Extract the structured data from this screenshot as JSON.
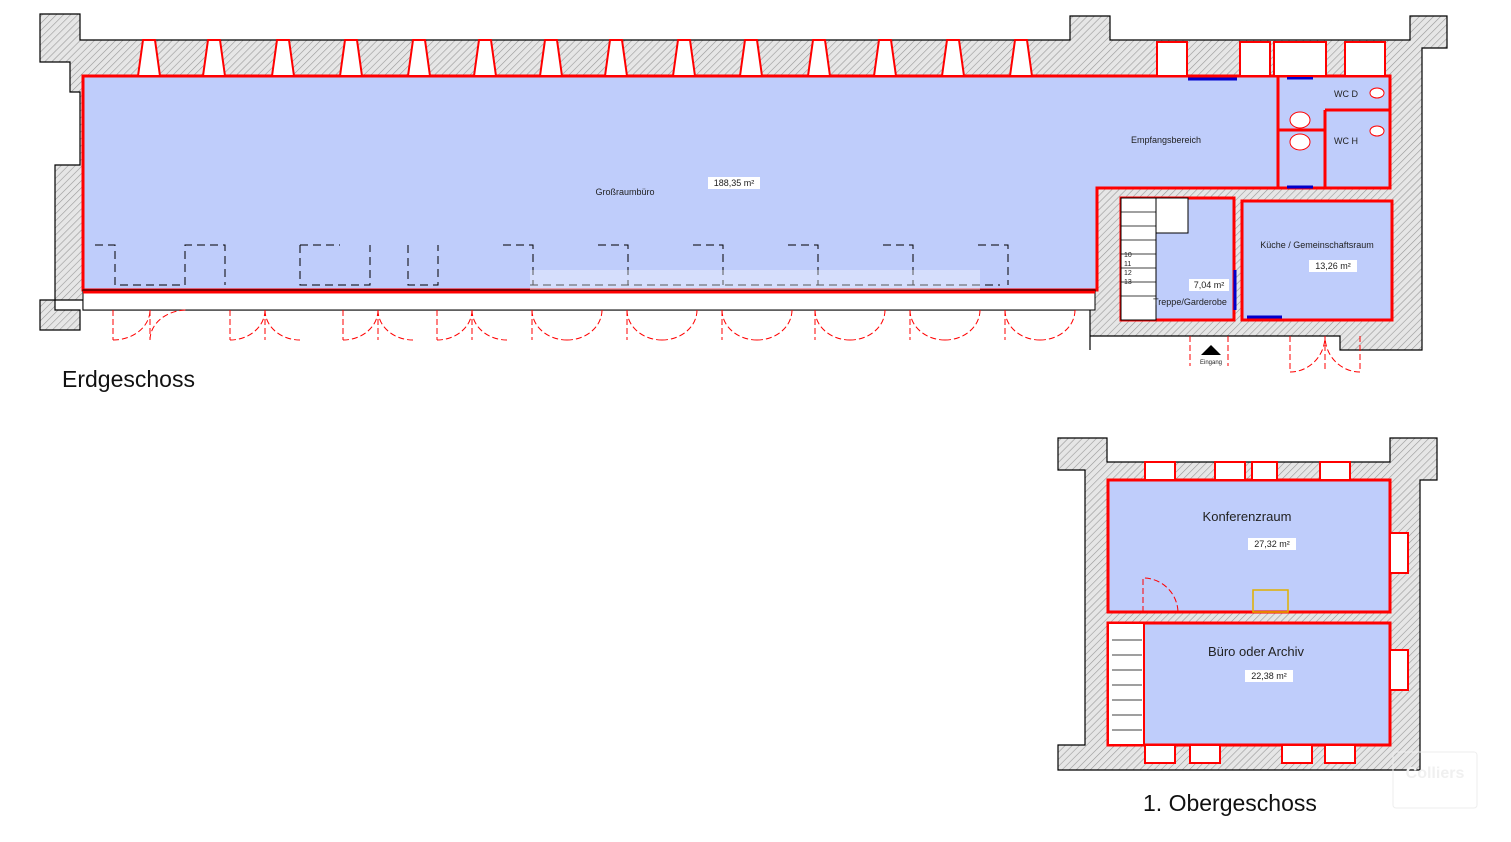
{
  "ground_floor": {
    "title": "Erdgeschoss",
    "rooms": [
      {
        "name": "Großraumbüro",
        "area": "188,35 m²"
      },
      {
        "name": "Empfangsbereich"
      },
      {
        "name": "WC D"
      },
      {
        "name": "WC H"
      },
      {
        "name": "Treppe/Garderobe",
        "area": "7,04 m²"
      },
      {
        "name": "Küche / Gemeinschaftsraum",
        "area": "13,26 m²"
      }
    ],
    "stair_steps": [
      "10",
      "11",
      "12",
      "13"
    ],
    "entrance_label": "Eingang"
  },
  "upper_floor": {
    "title": "1. Obergeschoss",
    "rooms": [
      {
        "name": "Konferenzraum",
        "area": "27,32 m²"
      },
      {
        "name": "Büro oder Archiv",
        "area": "22,38 m²"
      }
    ]
  },
  "watermark": "Colliers",
  "colors": {
    "room_fill": "#bfcdfb",
    "wall_outline": "#ff0000"
  }
}
